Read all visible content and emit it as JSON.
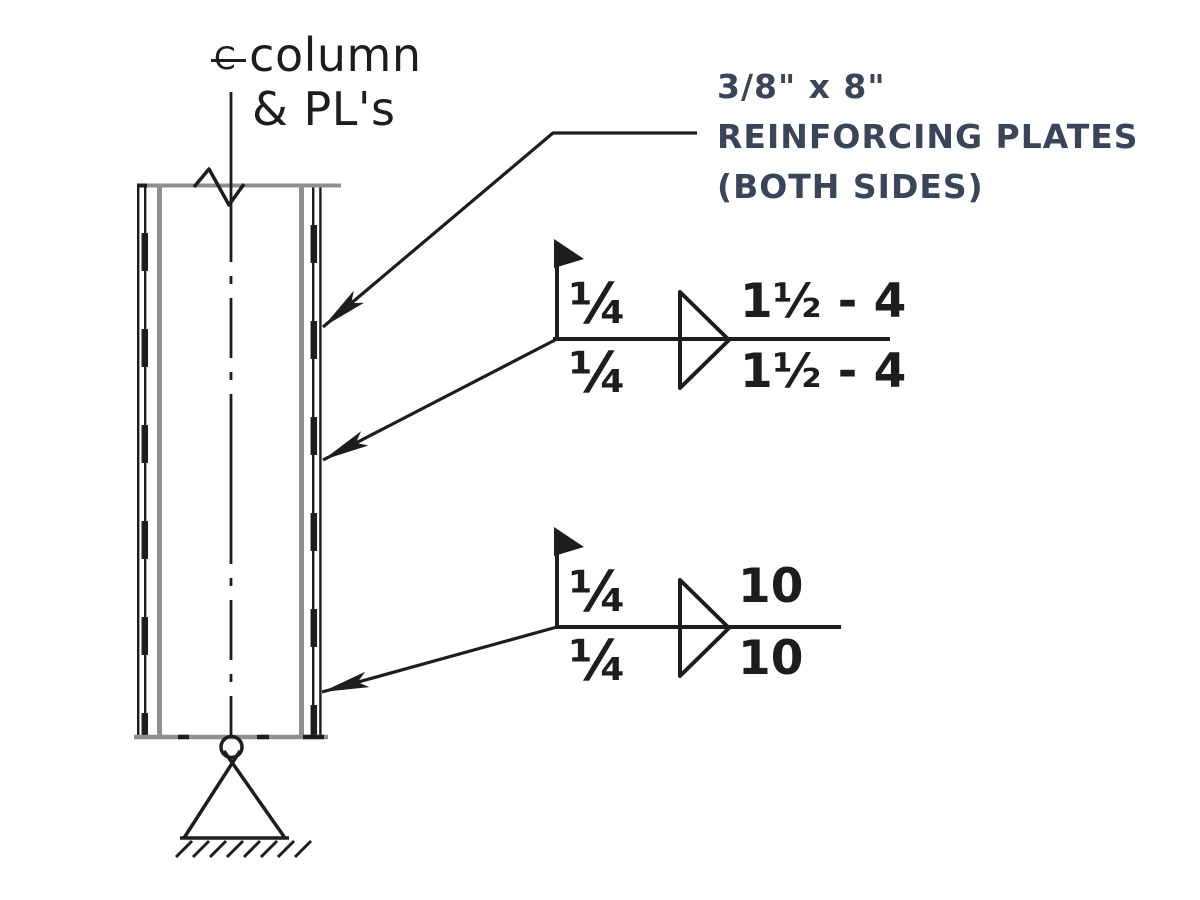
{
  "colors": {
    "line": "#1d1d1d",
    "gray": "#8f8f8f",
    "note": "#3a4559",
    "background": "#ffffff"
  },
  "column_label": {
    "sym_c": "C",
    "line1": "column",
    "line2": "& PL's"
  },
  "note": {
    "line1": "3/8\" x 8\"",
    "line2": "REINFORCING PLATES",
    "line3": "(BOTH SIDES)"
  },
  "weld_upper": {
    "size_above": "¼",
    "size_below": "¼",
    "spec_above": "1½ - 4",
    "spec_below": "1½ - 4"
  },
  "weld_lower": {
    "size_above": "¼",
    "size_below": "¼",
    "spec_above": "10",
    "spec_below": "10"
  }
}
